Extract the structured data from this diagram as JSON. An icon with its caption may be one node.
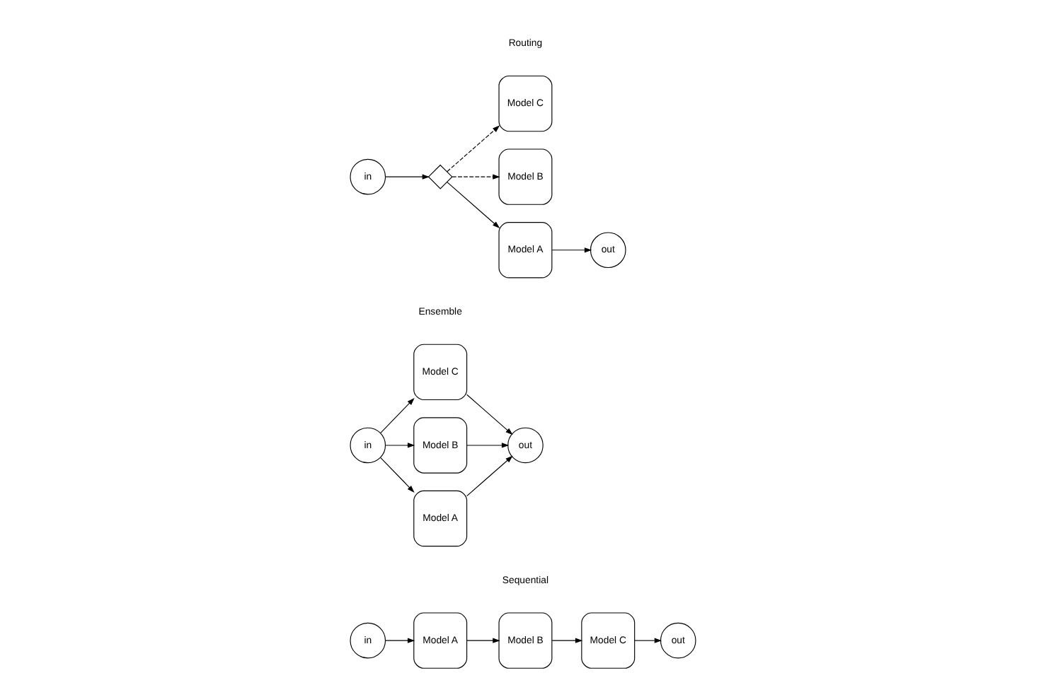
{
  "diagram": {
    "nodes": [
      {
        "text": [
          "in"
        ]
      },
      {
        "text": [
          "Model A"
        ]
      },
      {
        "text": [
          "Model B"
        ]
      },
      {
        "text": [
          "Model C"
        ]
      },
      {
        "text": [
          "out"
        ]
      },
      {
        "text": [
          "in"
        ]
      },
      {
        "text": [
          "Model A"
        ]
      },
      {
        "text": [
          "Model B"
        ]
      },
      {
        "text": [
          "Model C"
        ]
      },
      {
        "text": [
          "out"
        ]
      },
      {
        "text": [
          "in"
        ]
      },
      {
        "text": [],
        "shape": "diamond"
      },
      {
        "text": [
          "Model A"
        ]
      },
      {
        "text": [
          "Model B"
        ]
      },
      {
        "text": [
          "Model C"
        ]
      },
      {
        "text": [
          "out"
        ]
      }
    ],
    "edges": [
      {
        "from": 0,
        "to": 1,
        "arrow": "to"
      },
      {
        "from": 1,
        "to": 2,
        "arrow": "to"
      },
      {
        "from": 2,
        "to": 3,
        "arrow": "to"
      },
      {
        "from": 3,
        "to": 4,
        "arrow": "to"
      },
      {
        "from": 5,
        "to": 6,
        "arrow": "to"
      },
      {
        "from": 5,
        "to": 7,
        "arrow": "to"
      },
      {
        "from": 5,
        "to": 8,
        "arrow": "to"
      },
      {
        "from": 6,
        "to": 9,
        "arrow": "to"
      },
      {
        "from": 7,
        "to": 9,
        "arrow": "to"
      },
      {
        "from": 8,
        "to": 9,
        "arrow": "to"
      },
      {
        "from": 10,
        "to": 11,
        "arrow": "to"
      },
      {
        "from": 11,
        "to": 12,
        "arrow": "to"
      },
      {
        "from": 11,
        "to": 13,
        "arrow": "to",
        "style": "dashed"
      },
      {
        "from": 11,
        "to": 14,
        "arrow": "to",
        "style": "dashed"
      },
      {
        "from": 12,
        "to": 15,
        "arrow": "to"
      }
    ],
    "labels": [
      "Sequential",
      "Ensemble",
      "Routing"
    ]
  }
}
